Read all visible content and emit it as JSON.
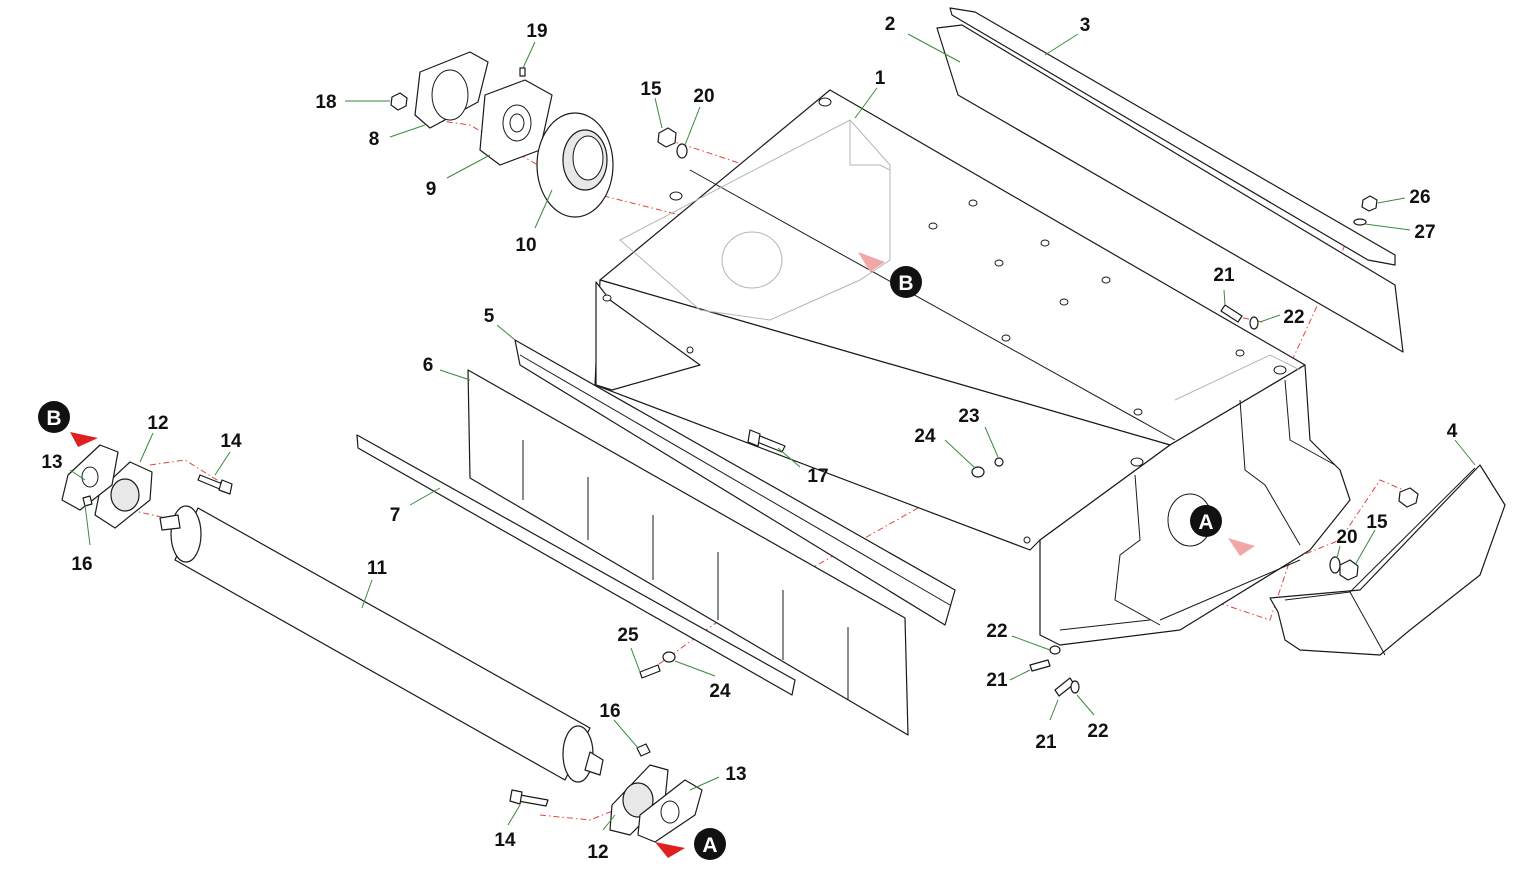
{
  "diagram": {
    "part_numbers": [
      "1",
      "2",
      "3",
      "4",
      "5",
      "6",
      "7",
      "8",
      "9",
      "10",
      "11",
      "12",
      "13",
      "14",
      "15",
      "16",
      "17",
      "18",
      "19",
      "20",
      "21",
      "22",
      "23",
      "24",
      "25",
      "26",
      "27"
    ],
    "reference_marks": [
      "A",
      "B"
    ],
    "colors": {
      "outline": "#1a1a1a",
      "leader_line": "#3a8a3a",
      "centerline": "#e0453a",
      "reference_arrow": "#e02020",
      "reference_marker": "#111111"
    }
  }
}
